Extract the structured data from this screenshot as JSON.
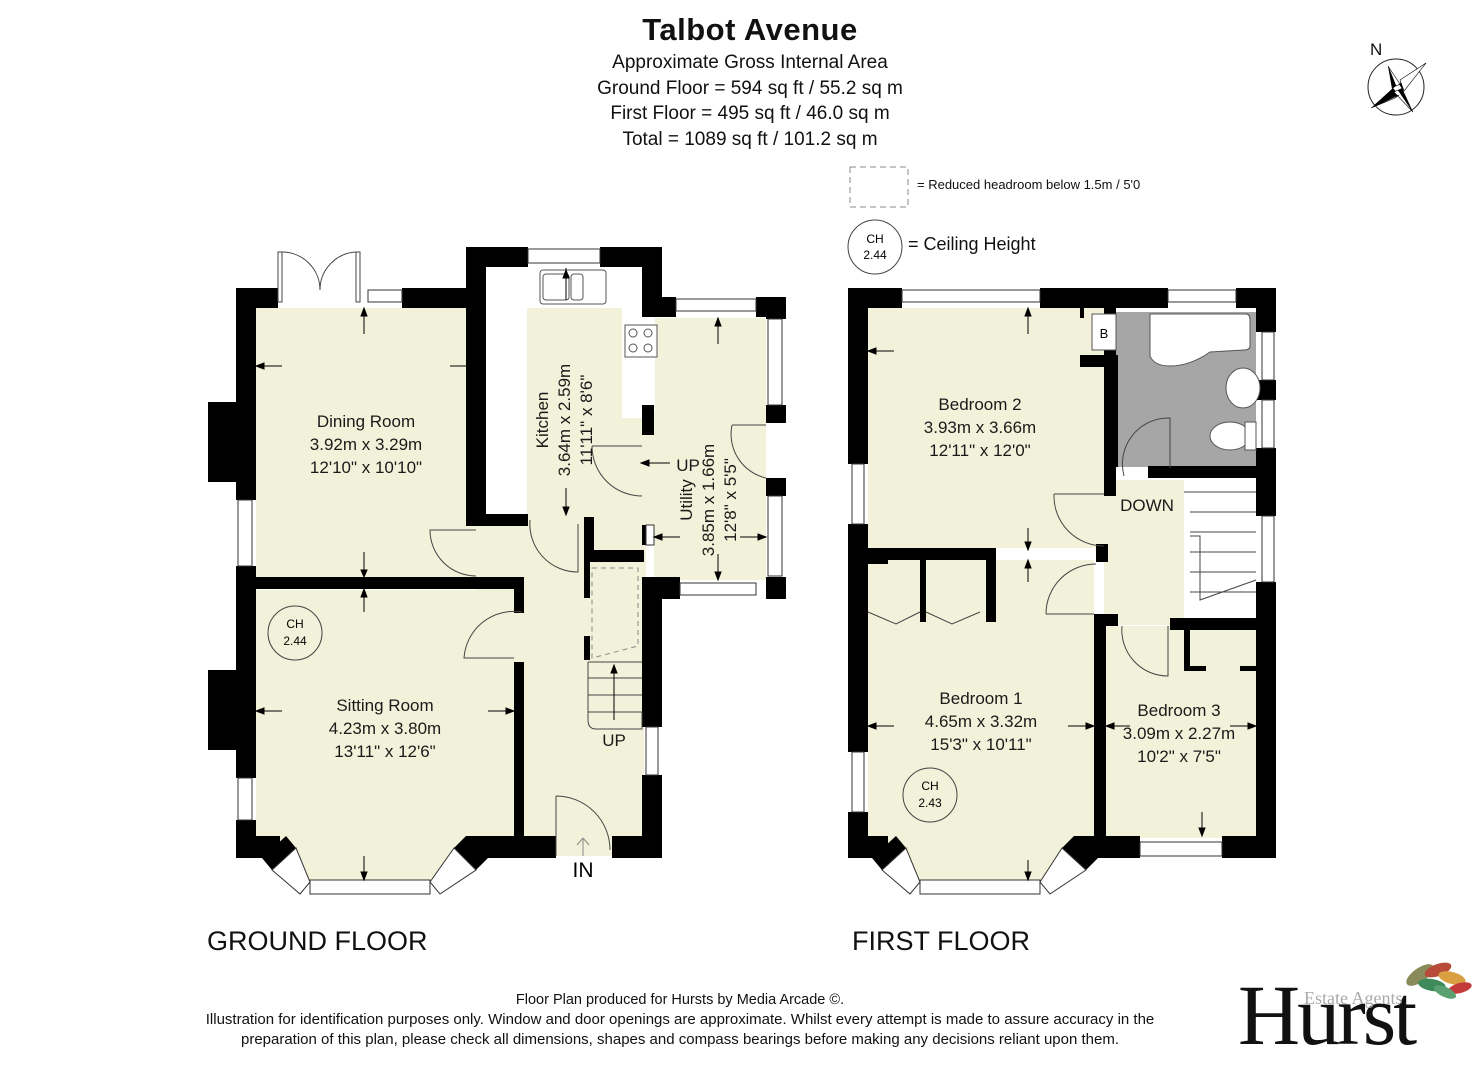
{
  "header": {
    "title": "Talbot Avenue",
    "subtitle": "Approximate Gross Internal Area",
    "ground_floor_area": "Ground Floor = 594 sq ft / 55.2 sq m",
    "first_floor_area": "First Floor = 495 sq ft / 46.0 sq m",
    "total_area": "Total = 1089 sq ft / 101.2 sq m"
  },
  "compass": {
    "north_label": "N",
    "icon": "compass-rose-icon"
  },
  "legend": {
    "reduced_headroom": "= Reduced headroom below 1.5m / 5'0",
    "ceiling_height": "= Ceiling Height",
    "ch_symbol_label": "CH",
    "ch_symbol_value": "2.44"
  },
  "colors": {
    "room_fill": "#f2f2da",
    "wall": "#000000",
    "bathroom_fill": "#a6a6a6",
    "background": "#ffffff"
  },
  "ground_floor": {
    "label": "GROUND FLOOR",
    "rooms": [
      {
        "name": "Dining Room",
        "metric": "3.92m x 3.29m",
        "imperial": "12'10\" x 10'10\""
      },
      {
        "name": "Kitchen",
        "metric": "3.64m x 2.59m",
        "imperial": "11'11\" x 8'6\""
      },
      {
        "name": "Utility",
        "metric": "3.85m x 1.66m",
        "imperial": "12'8\" x 5'5\""
      },
      {
        "name": "Sitting Room",
        "metric": "4.23m x 3.80m",
        "imperial": "13'11\" x 12'6\""
      }
    ],
    "ceiling_height": {
      "label": "CH",
      "value": "2.44"
    },
    "annotations": {
      "up_utility": "UP",
      "up_stairs": "UP",
      "entrance": "IN"
    }
  },
  "first_floor": {
    "label": "FIRST FLOOR",
    "rooms": [
      {
        "name": "Bedroom 2",
        "metric": "3.93m x 3.66m",
        "imperial": "12'11\" x 12'0\""
      },
      {
        "name": "Bedroom 1",
        "metric": "4.65m x 3.32m",
        "imperial": "15'3\" x 10'11\""
      },
      {
        "name": "Bedroom 3",
        "metric": "3.09m x 2.27m",
        "imperial": "10'2\" x 7'5\""
      }
    ],
    "ceiling_height": {
      "label": "CH",
      "value": "2.43"
    },
    "annotations": {
      "down_stairs": "DOWN",
      "boiler": "B"
    }
  },
  "footer": {
    "line1": "Floor Plan produced for Hursts by Media Arcade ©.",
    "line2": "Illustration for identification purposes only. Window and door openings are approximate. Whilst every attempt is made to assure accuracy in the",
    "line3": "preparation of this plan, please check all dimensions, shapes and compass bearings before making any decisions reliant upon them."
  },
  "logo": {
    "brand": "Hurst",
    "tagline": "Estate Agents"
  }
}
